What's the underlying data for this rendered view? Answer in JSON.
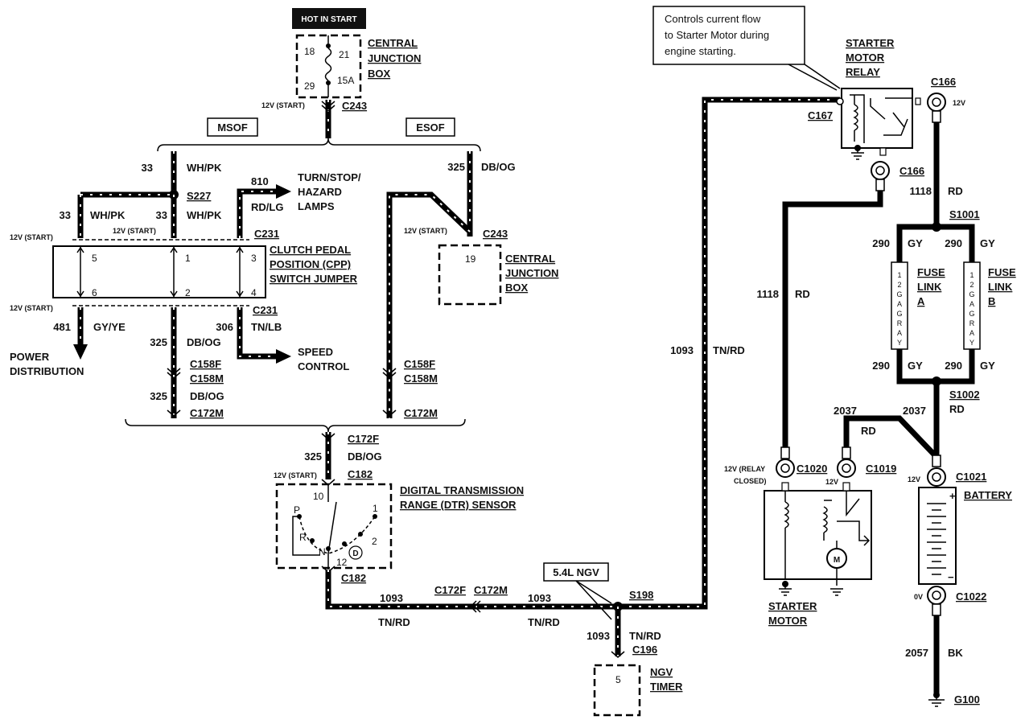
{
  "header": {
    "hot_in_start": "HOT IN START"
  },
  "cjb_top": {
    "pin_18": "18",
    "pin_21": "21",
    "pin_29": "29",
    "fuse": "15A",
    "title_1": "CENTRAL",
    "title_2": "JUNCTION",
    "title_3": "BOX",
    "volt": "12V (START)",
    "connector": "C243"
  },
  "variants": {
    "msof": "MSOF",
    "esof": "ESOF"
  },
  "left_branch": {
    "circuit_33": "33",
    "color_whpk": "WH/PK",
    "splice": "S227",
    "circuit_810": "810",
    "color_rdlg": "RD/LG",
    "turn_1": "TURN/STOP/",
    "turn_2": "HAZARD",
    "turn_3": "LAMPS",
    "volt_start": "12V (START)",
    "c231": "C231"
  },
  "cpp": {
    "title_1": "CLUTCH PEDAL",
    "title_2": "POSITION (CPP)",
    "title_3": "SWITCH JUMPER",
    "pin_5": "5",
    "pin_1": "1",
    "pin_3": "3",
    "pin_6": "6",
    "pin_2": "2",
    "pin_4": "4"
  },
  "left_lower": {
    "circuit_481": "481",
    "color_gyye": "GY/YE",
    "power_1": "POWER",
    "power_2": "DISTRIBUTION",
    "circuit_325": "325",
    "color_dbog": "DB/OG",
    "circuit_306": "306",
    "color_tnlb": "TN/LB",
    "speed_1": "SPEED",
    "speed_2": "CONTROL",
    "c158f": "C158F",
    "c158m": "C158M",
    "c172m": "C172M"
  },
  "esof_branch": {
    "circuit_325": "325",
    "color_dbog": "DB/OG",
    "volt": "12V (START)",
    "c243": "C243",
    "pin_19": "19",
    "cjb_1": "CENTRAL",
    "cjb_2": "JUNCTION",
    "cjb_3": "BOX",
    "c158f": "C158F",
    "c158m": "C158M",
    "c172m": "C172M"
  },
  "dtr": {
    "c172f": "C172F",
    "circuit_325": "325",
    "color_dbog": "DB/OG",
    "volt": "12V (START)",
    "c182": "C182",
    "title_1": "DIGITAL TRANSMISSION",
    "title_2": "RANGE (DTR) SENSOR",
    "pin_10": "10",
    "pin_12": "12",
    "pos_p": "P",
    "pos_r": "R",
    "pos_n": "N",
    "pos_d": "D",
    "pos_1": "1",
    "pos_2": "2"
  },
  "bottom": {
    "circuit_1093": "1093",
    "color_tnrd": "TN/RD",
    "c172f": "C172F",
    "c172m": "C172M",
    "ngv_box": "5.4L NGV",
    "splice": "S198",
    "c196": "C196",
    "pin_5": "5",
    "ngv_1": "NGV",
    "ngv_2": "TIMER"
  },
  "relay": {
    "callout_1": "Controls current flow",
    "callout_2": "to Starter Motor during",
    "callout_3": "engine starting.",
    "title_1": "STARTER",
    "title_2": "MOTOR",
    "title_3": "RELAY",
    "c167": "C167",
    "c166": "C166",
    "volt": "12V",
    "circuit_1093": "1093",
    "color_tnrd": "TN/RD",
    "circuit_1118": "1118",
    "color_rd": "RD"
  },
  "fuse_links": {
    "s1001": "S1001",
    "circuit_290": "290",
    "color_gy": "GY",
    "fuse_text": [
      "1",
      "2",
      "G",
      "A",
      "G",
      "R",
      "A",
      "Y"
    ],
    "fl_1": "FUSE",
    "fl_2": "LINK",
    "fl_a": "A",
    "fl_b": "B",
    "s1002": "S1002",
    "circuit_2037": "2037",
    "color_rd": "RD"
  },
  "starter": {
    "volt_relay_1": "12V (RELAY",
    "volt_relay_2": "CLOSED)",
    "c1020": "C1020",
    "c1019": "C1019",
    "volt": "12V",
    "motor": "M",
    "title_1": "STARTER",
    "title_2": "MOTOR"
  },
  "battery": {
    "volt": "12V",
    "c1021": "C1021",
    "title": "BATTERY",
    "plus": "+",
    "minus": "−",
    "volt_0": "0V",
    "c1022": "C1022",
    "circuit_2057": "2057",
    "color_bk": "BK",
    "ground": "G100"
  }
}
